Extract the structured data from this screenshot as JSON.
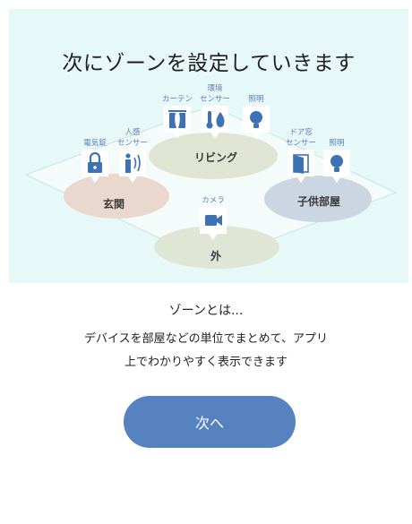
{
  "hero": {
    "title": "次にゾーンを設定していきます",
    "zones": {
      "entrance": "玄関",
      "living": "リビング",
      "kids_room": "子供部屋",
      "outside": "外"
    },
    "devices": {
      "lock": "電気錠",
      "motion_line1": "人感",
      "motion_line2": "センサー",
      "curtain": "カーテン",
      "env_line1": "環境",
      "env_line2": "センサー",
      "light_living": "照明",
      "door_line1": "ドア窓",
      "door_line2": "センサー",
      "light_kids": "照明",
      "camera": "カメラ"
    }
  },
  "info": {
    "subtitle": "ゾーンとは...",
    "description_line1": "デバイスを部屋などの単位でまとめて、アプリ",
    "description_line2": "上でわかりやすく表示できます"
  },
  "actions": {
    "next_label": "次へ"
  },
  "colors": {
    "hero_bg": "#e7f8f8",
    "accent": "#3d72b4",
    "button": "#5682bf"
  }
}
